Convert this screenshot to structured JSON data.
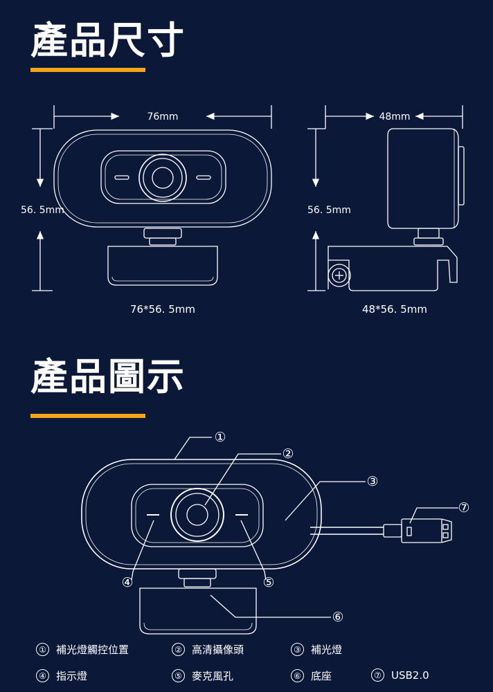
{
  "section1": {
    "title": "產品尺寸"
  },
  "section2": {
    "title": "產品圖示"
  },
  "dims": {
    "front_width": "76mm",
    "front_height": "56. 5mm",
    "front_caption": "76*56. 5mm",
    "side_width": "48mm",
    "side_height": "56. 5mm",
    "side_caption": "48*56. 5mm"
  },
  "callouts": [
    "①",
    "②",
    "③",
    "④",
    "⑤",
    "⑥",
    "⑦"
  ],
  "legend": [
    {
      "num": "①",
      "label": "補光燈觸控位置"
    },
    {
      "num": "②",
      "label": "高清攝像頭"
    },
    {
      "num": "③",
      "label": "補光燈"
    },
    {
      "num": "④",
      "label": "指示燈"
    },
    {
      "num": "⑤",
      "label": "麥克風孔"
    },
    {
      "num": "⑥",
      "label": "底座"
    },
    {
      "num": "⑦",
      "label": "USB2.0"
    }
  ],
  "colors": {
    "background": "#0c1838",
    "accent": "#f2a51a",
    "line": "#ffffff"
  }
}
